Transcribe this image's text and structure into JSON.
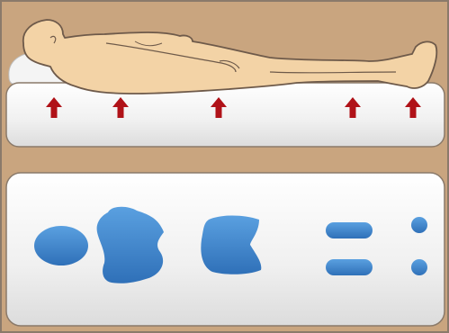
{
  "colors": {
    "background": "#c9a57f",
    "border": "#8a7a6a",
    "mattress": "#f2f2f2",
    "skin": "#f3d3a6",
    "skin_outline": "#6e5a4a",
    "arrow": "#b01218",
    "pressure": "#3f86cc"
  },
  "icons": {
    "person": "person-lying-icon",
    "arrow": "arrow-up-icon"
  },
  "top_panel": {
    "pressure_arrow_count": 5
  },
  "bottom_panel": {
    "pressure_zones": [
      "head",
      "back",
      "buttocks",
      "calves",
      "heels"
    ]
  }
}
